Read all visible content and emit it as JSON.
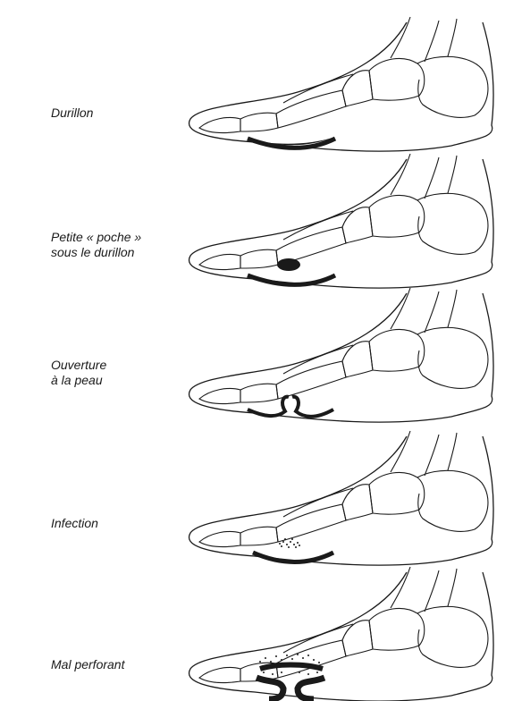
{
  "stages": [
    {
      "id": "durillon",
      "label": "Durillon"
    },
    {
      "id": "poche",
      "label": "Petite « poche »\nsous le durillon"
    },
    {
      "id": "ouverture",
      "label": "Ouverture\nà la peau"
    },
    {
      "id": "infection",
      "label": "Infection"
    },
    {
      "id": "mal-perforant",
      "label": "Mal perforant"
    }
  ],
  "colors": {
    "line": "#1a1a1a",
    "fill": "#1a1a1a",
    "background": "#ffffff"
  }
}
